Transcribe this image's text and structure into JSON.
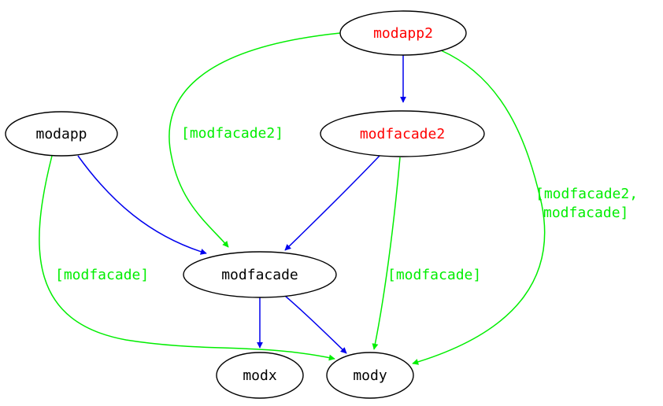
{
  "colors": {
    "normal_node_text": "#000000",
    "highlight_node_text": "#ff0000",
    "direct_edge": "#0000ee",
    "transitive_edge": "#00ee00",
    "transitive_label": "#00ee00"
  },
  "nodes": {
    "modapp2": {
      "label": "modapp2",
      "highlight": true
    },
    "modapp": {
      "label": "modapp",
      "highlight": false
    },
    "modfacade2": {
      "label": "modfacade2",
      "highlight": true
    },
    "modfacade": {
      "label": "modfacade",
      "highlight": false
    },
    "modx": {
      "label": "modx",
      "highlight": false
    },
    "mody": {
      "label": "mody",
      "highlight": false
    }
  },
  "edges": [
    {
      "from": "modapp2",
      "to": "modfacade2",
      "kind": "direct"
    },
    {
      "from": "modapp",
      "to": "modfacade",
      "kind": "direct"
    },
    {
      "from": "modfacade2",
      "to": "modfacade",
      "kind": "direct"
    },
    {
      "from": "modfacade",
      "to": "modx",
      "kind": "direct"
    },
    {
      "from": "modfacade",
      "to": "mody",
      "kind": "direct"
    },
    {
      "from": "modapp2",
      "to": "modfacade",
      "kind": "transitive",
      "via": [
        "[modfacade2]"
      ]
    },
    {
      "from": "modapp2",
      "to": "mody",
      "kind": "transitive",
      "via": [
        "[modfacade2,",
        "modfacade]"
      ]
    },
    {
      "from": "modfacade2",
      "to": "mody",
      "kind": "transitive",
      "via": [
        "[modfacade]"
      ]
    },
    {
      "from": "modapp",
      "to": "mody",
      "kind": "transitive",
      "via": [
        "[modfacade]"
      ]
    }
  ]
}
